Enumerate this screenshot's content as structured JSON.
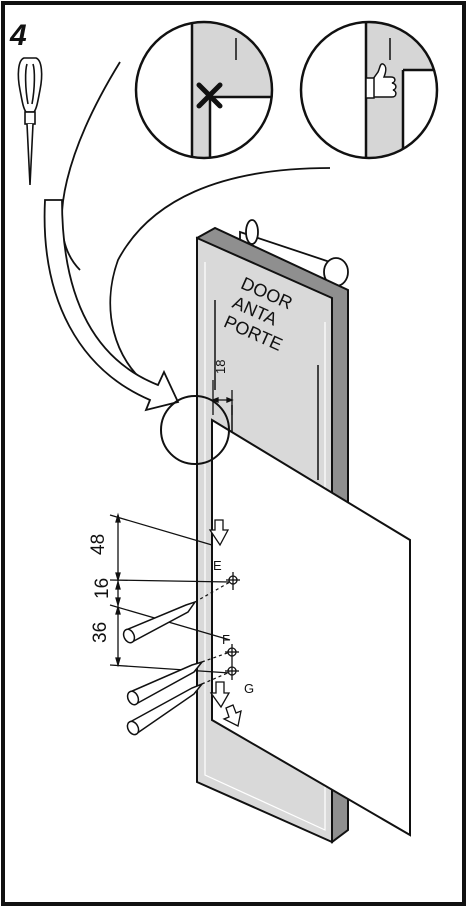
{
  "step_number": "4",
  "door_label": {
    "line1": "DOOR",
    "line2": "ANTA",
    "line3": "PORTE"
  },
  "dimensions": {
    "offset": "18",
    "d1": "48",
    "d2": "16",
    "d3": "36"
  },
  "points": {
    "e": "E",
    "f": "F",
    "g": "G"
  },
  "icons": {
    "tool": "screwdriver-icon",
    "wrong": "cross-icon",
    "right": "thumbs-up-icon"
  }
}
